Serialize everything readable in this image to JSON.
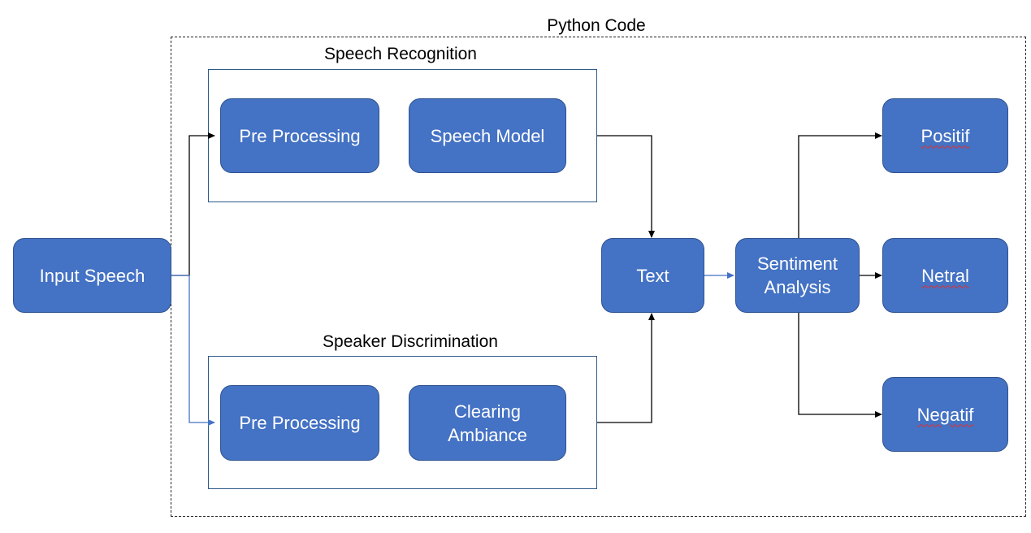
{
  "diagram": {
    "frames": {
      "python_code": "Python Code",
      "speech_recognition": "Speech Recognition",
      "speaker_discrimination": "Speaker Discrimination"
    },
    "nodes": {
      "input_speech": "Input Speech",
      "sr_pre_processing": "Pre Processing",
      "speech_model": "Speech Model",
      "sd_pre_processing": "Pre Processing",
      "clearing_ambiance_line1": "Clearing",
      "clearing_ambiance_line2": "Ambiance",
      "text": "Text",
      "sentiment_line1": "Sentiment",
      "sentiment_line2": "Analysis",
      "positif": "Positif",
      "netral": "Netral",
      "negatif": "Negatif"
    },
    "edges": [
      {
        "from": "input_speech",
        "to": "speech_recognition",
        "color": "#000000"
      },
      {
        "from": "input_speech",
        "to": "speaker_discrimination",
        "color": "#4472c4"
      },
      {
        "from": "speech_recognition",
        "to": "text",
        "color": "#000000"
      },
      {
        "from": "speaker_discrimination",
        "to": "text",
        "color": "#000000"
      },
      {
        "from": "text",
        "to": "sentiment_analysis",
        "color": "#4472c4"
      },
      {
        "from": "sentiment_analysis",
        "to": "positif",
        "color": "#000000"
      },
      {
        "from": "sentiment_analysis",
        "to": "netral",
        "color": "#000000"
      },
      {
        "from": "sentiment_analysis",
        "to": "negatif",
        "color": "#000000"
      }
    ],
    "colors": {
      "node_fill": "#4472c4",
      "node_border": "#2f528f",
      "group_border": "#2e5a8a",
      "spellcheck_underline": "#e03030"
    }
  }
}
